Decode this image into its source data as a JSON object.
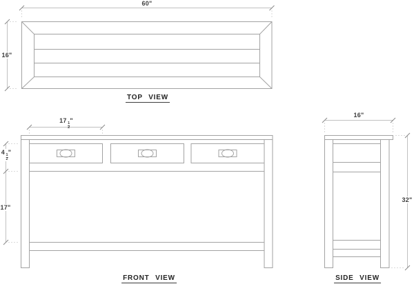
{
  "views": {
    "top": {
      "label": "TOP VIEW"
    },
    "front": {
      "label": "FRONT VIEW"
    },
    "side": {
      "label": "SIDE VIEW"
    }
  },
  "dimensions": {
    "top_width": "60\"",
    "top_depth": "16\"",
    "front_drawer_width": {
      "whole": "17",
      "num": "1",
      "den": "2",
      "unit": "\""
    },
    "front_drawer_height": {
      "whole": "4",
      "num": "1",
      "den": "2",
      "unit": "\""
    },
    "front_opening_height": "17\"",
    "side_depth": "16\"",
    "overall_height": "32\""
  },
  "colors": {
    "geometry_line": "#a2a2a2",
    "dimension_line": "#c0c0c0",
    "tick": "#8a8a8a",
    "text": "#3d3d3d"
  }
}
